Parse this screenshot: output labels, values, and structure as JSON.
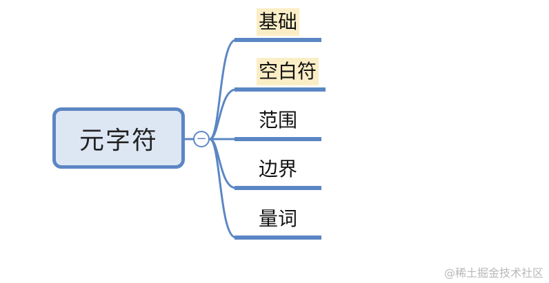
{
  "root": {
    "label": "元字符",
    "collapse_symbol": "−"
  },
  "branches": [
    {
      "label": "基础",
      "highlighted": true
    },
    {
      "label": "空白符",
      "highlighted": true
    },
    {
      "label": "范围",
      "highlighted": false
    },
    {
      "label": "边界",
      "highlighted": false
    },
    {
      "label": "量词",
      "highlighted": false
    }
  ],
  "colors": {
    "line": "#5b86c4",
    "root_fill": "#dde6f3",
    "highlight": "#fbeec6"
  },
  "watermark": "@稀土掘金技术社区"
}
